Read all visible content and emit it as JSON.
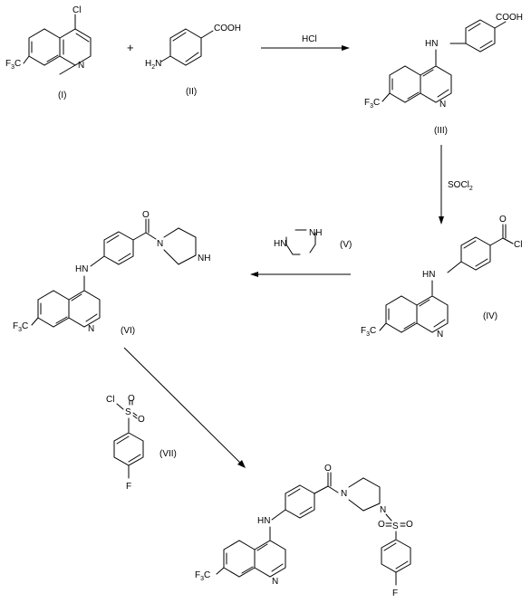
{
  "scheme": {
    "compounds": {
      "I": {
        "label": "(I)",
        "atoms": {
          "cl": "Cl",
          "n": "N",
          "cf3_base": "F",
          "cf3_sub": "3",
          "cf3_tail": "C"
        }
      },
      "II": {
        "label": "(II)",
        "atoms": {
          "nh2_base": "H",
          "nh2_sub": "2",
          "nh2_tail": "N",
          "cooh": "COOH"
        }
      },
      "III": {
        "label": "(III)",
        "atoms": {
          "nh": "HN",
          "n": "N",
          "cooh": "COOH",
          "cf3_base": "F",
          "cf3_sub": "3",
          "cf3_tail": "C"
        }
      },
      "IV": {
        "label": "(IV)",
        "atoms": {
          "nh": "HN",
          "n": "N",
          "o": "O",
          "cl": "Cl",
          "cf3_base": "F",
          "cf3_sub": "3",
          "cf3_tail": "C"
        }
      },
      "V": {
        "label": "(V)",
        "atoms": {
          "nh_top": "NH",
          "nh_left": "HN"
        }
      },
      "VI": {
        "label": "(VI)",
        "atoms": {
          "nh": "HN",
          "n": "N",
          "o": "O",
          "pip_n": "N",
          "pip_nh": "NH",
          "cf3_base": "F",
          "cf3_sub": "3",
          "cf3_tail": "C"
        }
      },
      "VII": {
        "label": "(VII)",
        "atoms": {
          "cl": "Cl",
          "s": "S",
          "o": "O",
          "o2": "O",
          "f": "F"
        }
      },
      "product": {
        "atoms": {
          "nh": "HN",
          "n": "N",
          "o": "O",
          "pip_n1": "N",
          "pip_n2": "N",
          "s": "S",
          "o1": "O",
          "o2": "O",
          "f": "F",
          "cf3_base": "F",
          "cf3_sub": "3",
          "cf3_tail": "C"
        }
      }
    },
    "plus": "+",
    "reagents": {
      "step1": "HCl",
      "step2_base": "SOCl",
      "step2_sub": "2"
    }
  }
}
